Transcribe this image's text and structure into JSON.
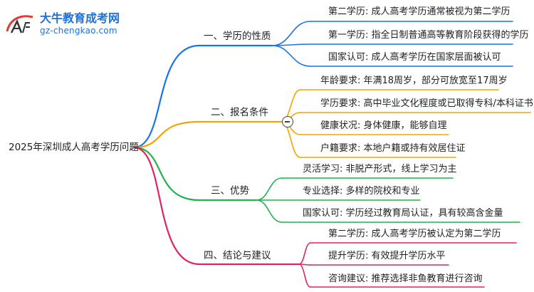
{
  "logo": {
    "title": "大牛教育成考网",
    "url": "gz-chengkao.com"
  },
  "root": {
    "label": "2025年深圳成人高考学历问题"
  },
  "branches": [
    {
      "label": "一、学历的性质",
      "color": "#1a73e8",
      "leaves": [
        "第二学历: 成人高考学历通常被视为第二学历",
        "第一学历: 指全日制普通高等教育阶段获得的学历",
        "国家认可: 成人高考学历在国家层面被认可"
      ]
    },
    {
      "label": "二、报名条件",
      "color": "#f0a500",
      "leaves": [
        "年龄要求: 年满18周岁，部分可放宽至17周岁",
        "学历要求: 高中毕业文化程度或已取得专科/本科证书",
        "健康状况: 身体健康，能够自理",
        "户籍要求: 本地户籍或持有效居住证"
      ]
    },
    {
      "label": "三、优势",
      "color": "#22b14c",
      "leaves": [
        "灵活学习: 非脱产形式，线上学习为主",
        "专业选择: 多样的院校和专业",
        "国家认可: 学历经过教育局认证，具有较高含金量"
      ]
    },
    {
      "label": "四、结论与建议",
      "color": "#e0245e",
      "leaves": [
        "第二学历: 成人高考学历被认定为第二学历",
        "提升学历: 有效提升学历水平",
        "咨询建议: 推荐选择非鱼教育进行咨询"
      ]
    }
  ]
}
